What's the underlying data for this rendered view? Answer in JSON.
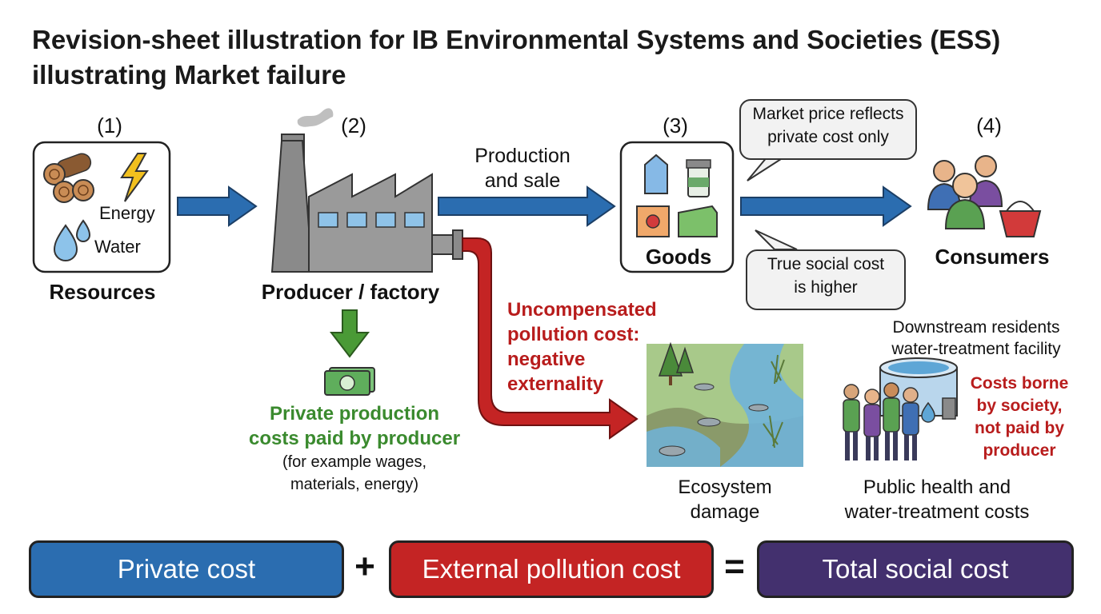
{
  "title": "Revision-sheet illustration for IB Environmental Systems and Societies (ESS) illustrating Market failure",
  "steps": {
    "resources": {
      "num": "(1)",
      "label": "Resources",
      "energy": "Energy",
      "water": "Water"
    },
    "producer": {
      "num": "(2)",
      "label": "Producer / factory"
    },
    "goods": {
      "num": "(3)",
      "label": "Goods"
    },
    "consumers": {
      "num": "(4)",
      "label": "Consumers"
    }
  },
  "arrows": {
    "production_line1": "Production",
    "production_line2": "and sale"
  },
  "bubbles": {
    "market_line1": "Market price reflects",
    "market_line2": "private cost only",
    "social_line1": "True social cost",
    "social_line2": "is higher"
  },
  "pollution": {
    "line1": "Uncompensated",
    "line2": "pollution cost:",
    "line3": "negative",
    "line4": "externality"
  },
  "private_costs": {
    "line1": "Private production",
    "line2": "costs paid by producer",
    "line3": "(for example wages,",
    "line4": "materials, energy)"
  },
  "ecosystem": {
    "line1": "Ecosystem",
    "line2": "damage"
  },
  "society": {
    "residents_line1": "Downstream residents",
    "residents_line2": "water-treatment facility",
    "borne_line1": "Costs borne",
    "borne_line2": "by society,",
    "borne_line3": "not paid by",
    "borne_line4": "producer",
    "health_line1": "Public health and",
    "health_line2": "water-treatment costs"
  },
  "equation": {
    "private": "Private cost",
    "plus": "+",
    "external": "External pollution cost",
    "equals": "=",
    "total": "Total social cost"
  },
  "colors": {
    "blue": "#2b6db0",
    "red": "#c42424",
    "purple": "#43306e",
    "green": "#3a8a2e"
  }
}
